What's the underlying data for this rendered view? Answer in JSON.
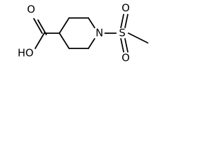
{
  "molecule": {
    "labels": {
      "hydroxyl": "HO",
      "carbonyl_oxygen": "O",
      "nitrogen": "N",
      "sulfur": "S",
      "sulfonyl_oxygen_top": "O",
      "sulfonyl_oxygen_bottom": "O"
    },
    "colors": {
      "ink": "#000000",
      "background": "#ffffff"
    }
  }
}
